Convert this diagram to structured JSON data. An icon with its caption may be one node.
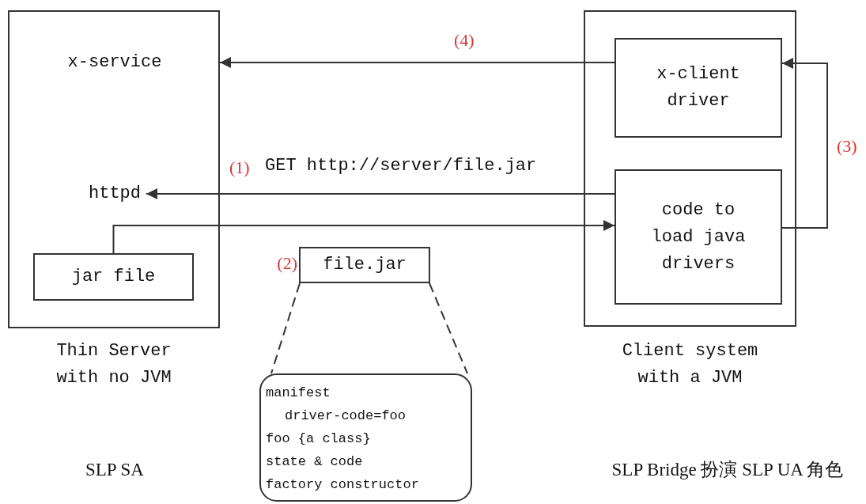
{
  "diagram": {
    "nodes": [
      {
        "text": [
          "Thin Server with no JVM"
        ]
      },
      {
        "text": [
          "x-service"
        ],
        "in": 0
      },
      {
        "text": [
          "httpd"
        ],
        "in": 0
      },
      {
        "text": [
          "jar file"
        ],
        "in": 0
      },
      {
        "text": [
          "Client system with a JVM"
        ]
      },
      {
        "text": [
          "x-client driver"
        ],
        "in": 4
      },
      {
        "text": [
          "code to load java drivers"
        ],
        "in": 4
      },
      {
        "text": [
          "file.jar"
        ],
        "beside": [
          "(2)"
        ]
      },
      {
        "text": [
          "manifest",
          "driver-code=foo",
          "foo {a class}",
          "state & code",
          "factory constructor"
        ]
      }
    ],
    "edges": [
      {
        "from": 5,
        "to": 1,
        "arrow": "to",
        "label": "(4)"
      },
      {
        "from": 6,
        "to": 2,
        "arrow": "to",
        "label": "GET http://server/file.jar"
      },
      {
        "from": 3,
        "to": 6,
        "arrow": "to"
      },
      {
        "from": 6,
        "to": 5,
        "arrow": "to",
        "label": "(3)"
      },
      {
        "from": 7,
        "to": 8,
        "arrow": "none",
        "style": "dashed"
      },
      {
        "from": 7,
        "to": 8,
        "arrow": "none",
        "style": "dashed"
      }
    ],
    "labels": [
      "(1)",
      "SLP SA",
      "SLP Bridge 扮演 SLP UA 角色"
    ]
  }
}
